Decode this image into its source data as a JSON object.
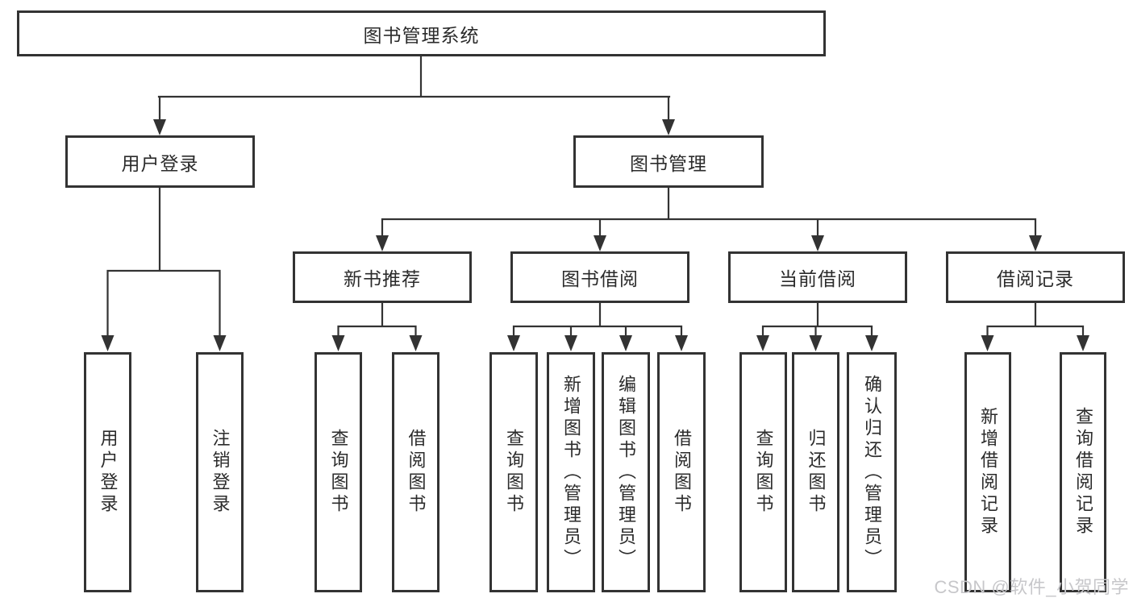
{
  "diagram": {
    "root": "图书管理系统",
    "branches": [
      {
        "label": "用户登录",
        "children": [
          {
            "label": "用户登录"
          },
          {
            "label": "注销登录"
          }
        ]
      },
      {
        "label": "图书管理",
        "groups": [
          {
            "label": "新书推荐",
            "children": [
              {
                "label": "查询图书"
              },
              {
                "label": "借阅图书"
              }
            ]
          },
          {
            "label": "图书借阅",
            "children": [
              {
                "label": "查询图书"
              },
              {
                "label": "新增图书（管理员）"
              },
              {
                "label": "编辑图书（管理员）"
              },
              {
                "label": "借阅图书"
              }
            ]
          },
          {
            "label": "当前借阅",
            "children": [
              {
                "label": "查询图书"
              },
              {
                "label": "归还图书"
              },
              {
                "label": "确认归还（管理员）"
              }
            ]
          },
          {
            "label": "借阅记录",
            "children": [
              {
                "label": "新增借阅记录"
              },
              {
                "label": "查询借阅记录"
              }
            ]
          }
        ]
      }
    ]
  },
  "watermark": "CSDN @软件_小贺同学",
  "colors": {
    "line": "#333333",
    "box_border": "#333333",
    "box_fill": "#ffffff",
    "text": "#2b2b2b",
    "watermark": "#c7c7ca",
    "background": "#ffffff"
  }
}
